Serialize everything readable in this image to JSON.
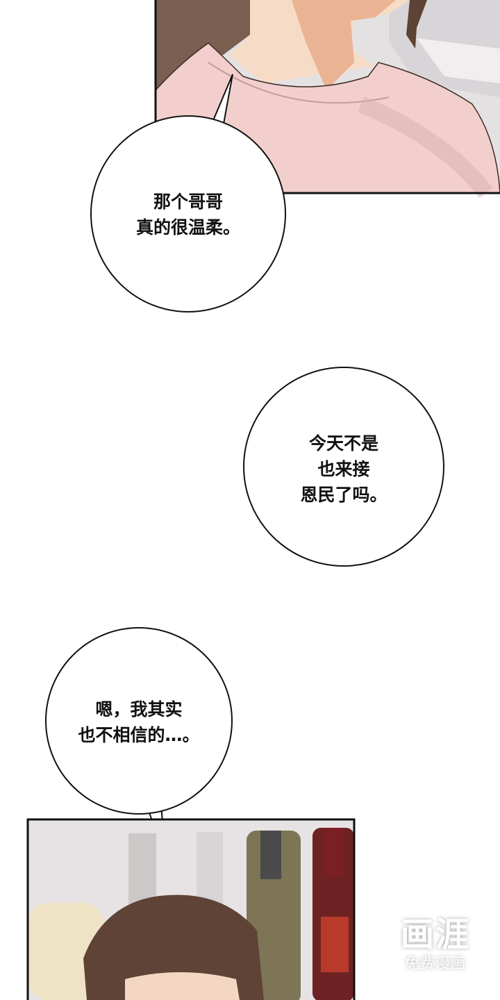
{
  "bubbles": [
    {
      "lines": [
        "那个哥哥",
        "真的很温柔。"
      ]
    },
    {
      "lines": [
        "今天不是",
        "也来接",
        "恩民了吗。"
      ]
    },
    {
      "lines": [
        "嗯，我其实",
        "也不相信的…。"
      ]
    }
  ],
  "watermark": {
    "logo": "画涯",
    "sub": "免费漫画"
  },
  "colors": {
    "sweater": "#f2cfcc",
    "skin": "#f6d9c3",
    "hair": "#6b4f3e",
    "wall": "#e6e3e3"
  }
}
